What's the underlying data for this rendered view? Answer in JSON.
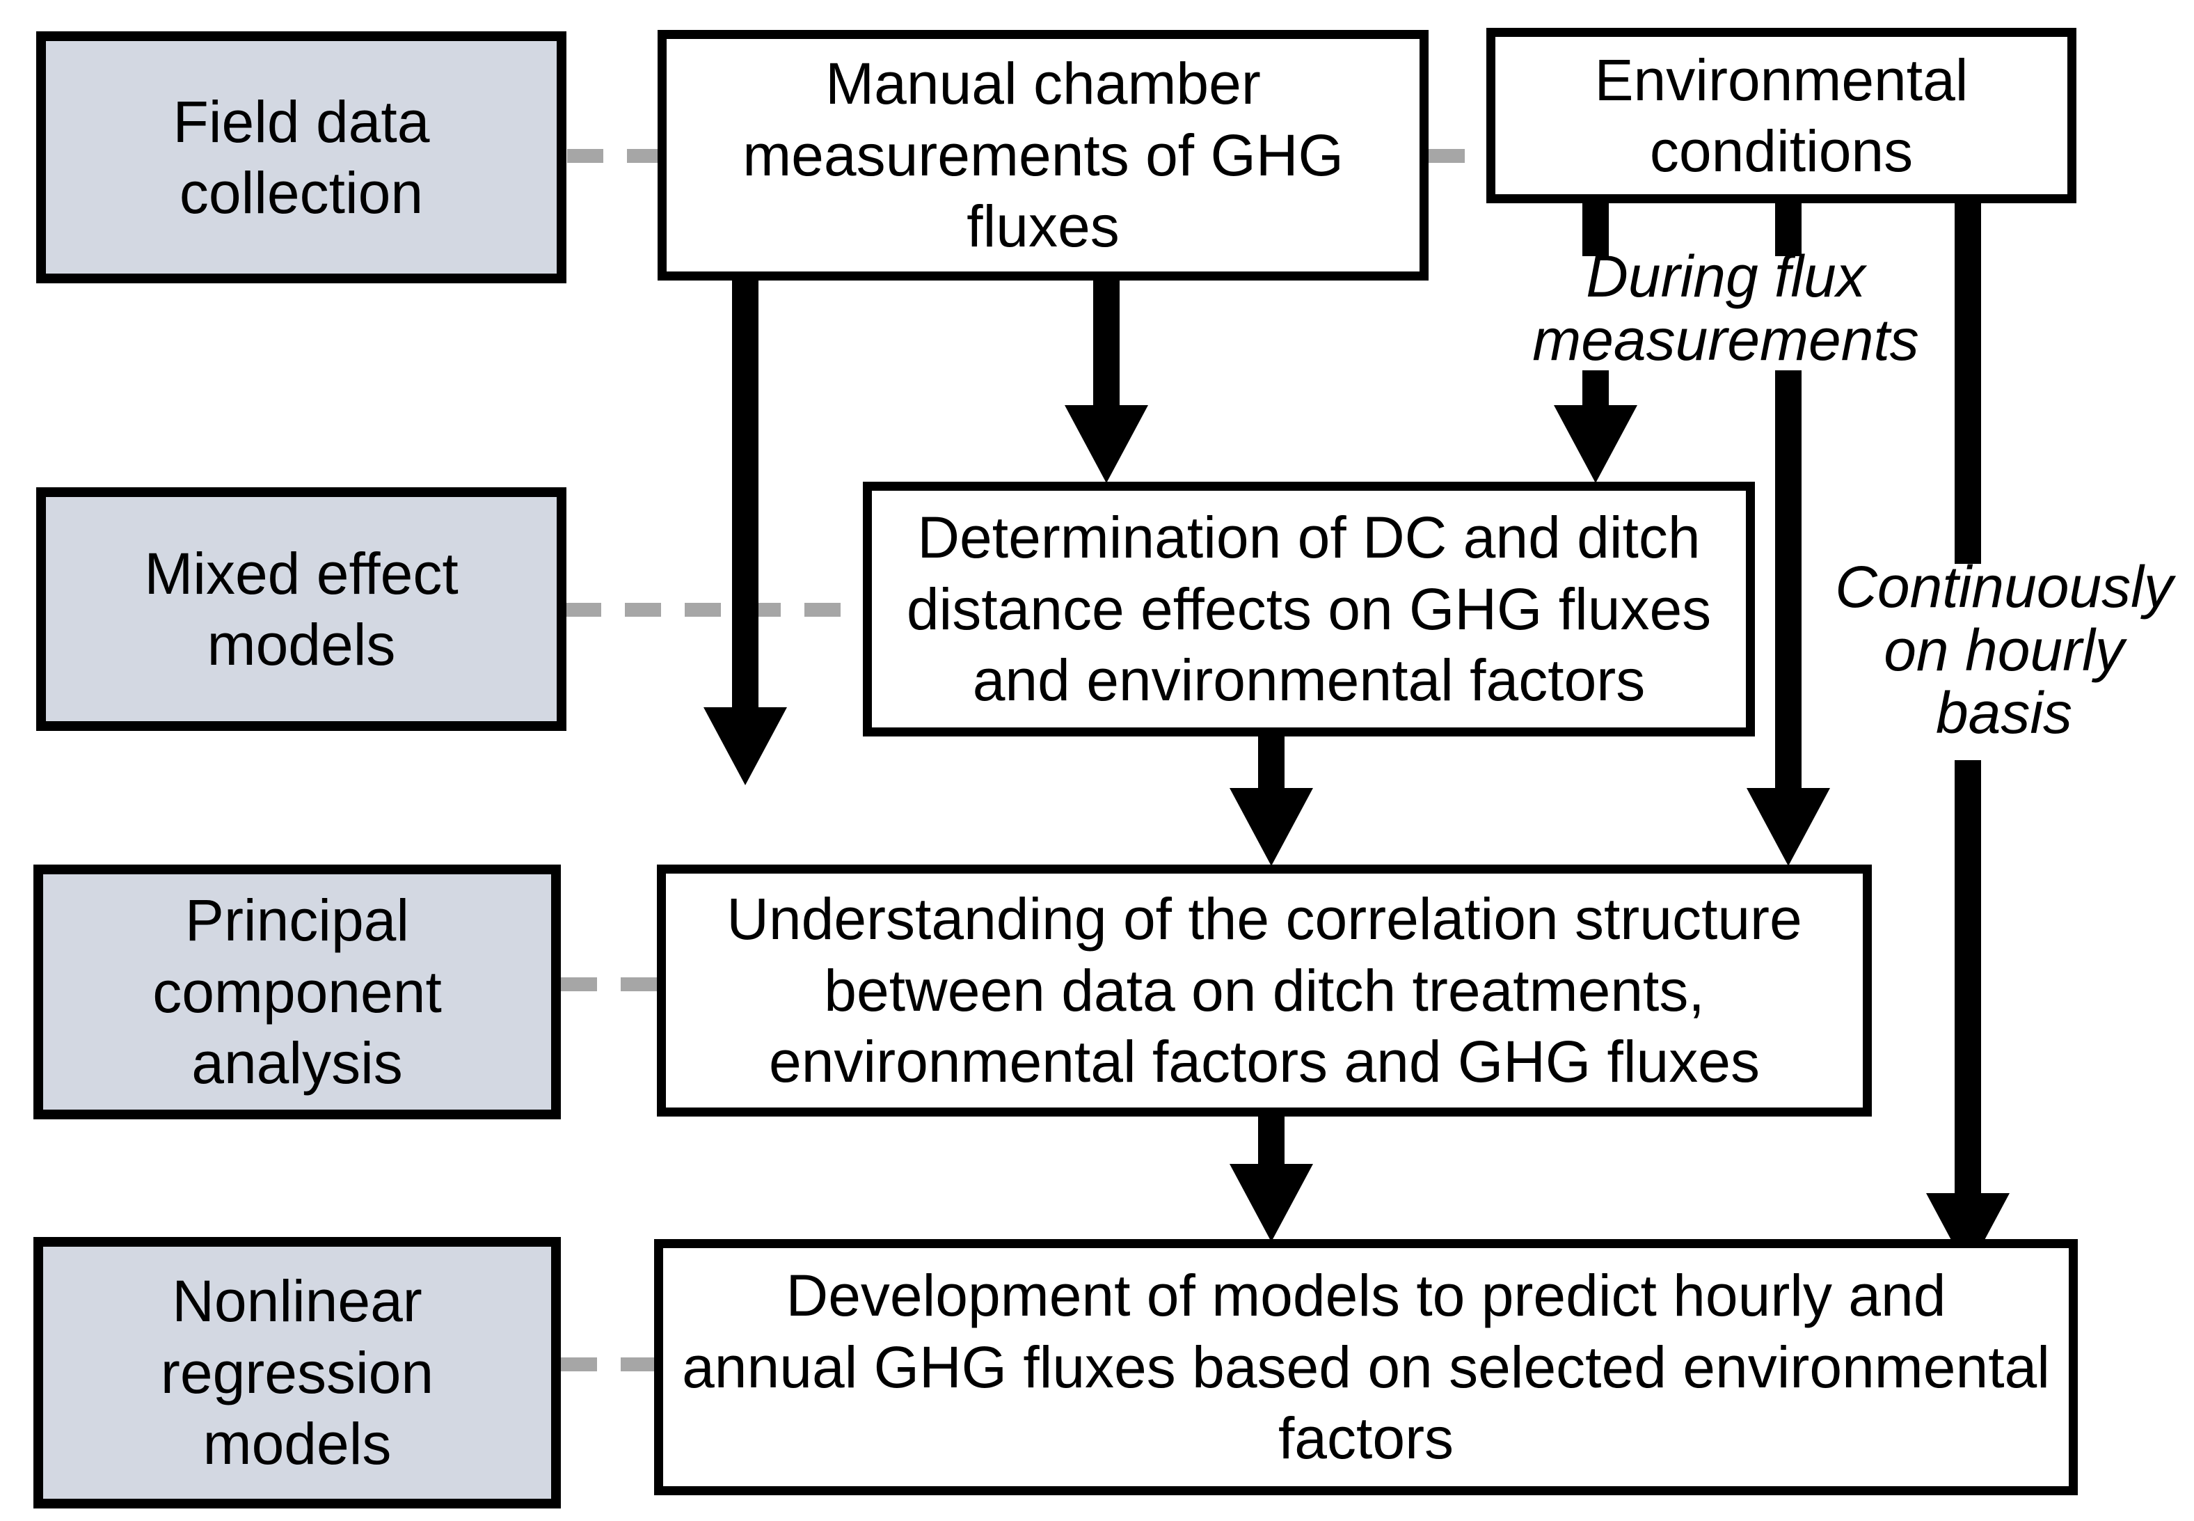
{
  "palette": {
    "background": "#ffffff",
    "method_box_fill": "#d3d8e2",
    "box_border": "#000000",
    "arrow_color": "#000000",
    "dash_color": "#a6a6a6",
    "text_color": "#000000"
  },
  "methods": [
    {
      "label": "Field data\ncollection"
    },
    {
      "label": "Mixed effect\nmodels"
    },
    {
      "label": "Principal\ncomponent\nanalysis"
    },
    {
      "label": "Nonlinear\nregression\nmodels"
    }
  ],
  "steps": [
    {
      "label": "Manual chamber\nmeasurements of GHG\nfluxes"
    },
    {
      "label": "Environmental\nconditions"
    },
    {
      "label": "Determination of DC and ditch\ndistance effects on GHG fluxes\nand environmental factors"
    },
    {
      "label": "Understanding of the correlation structure\nbetween data on ditch treatments,\nenvironmental factors and GHG fluxes"
    },
    {
      "label": "Development of models to predict hourly and\nannual GHG fluxes based on selected environmental\nfactors"
    }
  ],
  "annotations": [
    {
      "label": "During flux\nmeasurements"
    },
    {
      "label": "Continuously\non hourly\nbasis"
    }
  ]
}
